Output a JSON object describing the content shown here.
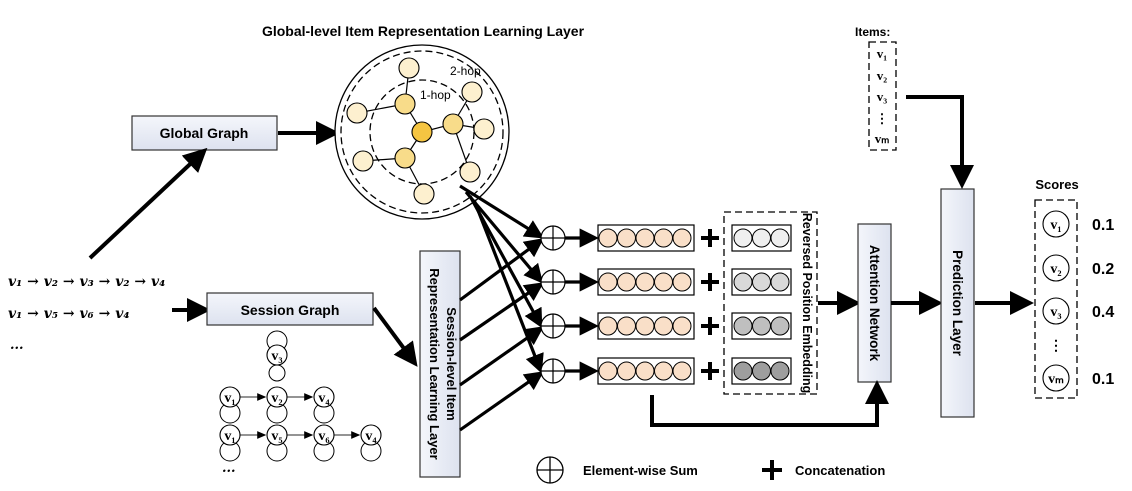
{
  "title": "Global-level Item Representation Learning Layer",
  "global_graph": {
    "label": "Global Graph",
    "hop_labels": [
      "2-hop",
      "1-hop"
    ],
    "colors": {
      "center": "#f5c542",
      "hop1": "#f8dc8a",
      "hop2": "#fdf0cf"
    }
  },
  "sessions": {
    "lines": [
      "v₁ → v₂ → v₃ → v₂ → v₄",
      "v₁ → v₅ → v₆ → v₄",
      "..."
    ]
  },
  "session_graph": {
    "label": "Session Graph",
    "row1": [
      "v₁",
      "v₂",
      "v₄"
    ],
    "top_node": "v₃",
    "row2": [
      "v₁",
      "v₅",
      "v₆",
      "v₄"
    ],
    "ellipsis": "..."
  },
  "session_layer": {
    "line1": "Session-level Item",
    "line2": "Representation  Learning Layer"
  },
  "embeddings": {
    "item_color": "#f9dfc8",
    "position_colors": [
      "#efefef",
      "#d9d9d9",
      "#bfbfbf",
      "#9e9e9e"
    ],
    "position_label": "Reversed Position Embedding"
  },
  "attention": {
    "label": "Attention Network"
  },
  "prediction": {
    "label": "Prediction Layer"
  },
  "items": {
    "label": "Items:",
    "list": [
      "v₁",
      "v₂",
      "v₃",
      "⋮",
      "vₘ"
    ]
  },
  "scores": {
    "label": "Scores",
    "entries": [
      {
        "item": "v₁",
        "score": "0.1"
      },
      {
        "item": "v₂",
        "score": "0.2"
      },
      {
        "item": "v₃",
        "score": "0.4"
      },
      {
        "item": "⋮",
        "score": ""
      },
      {
        "item": "vₘ",
        "score": "0.1"
      }
    ]
  },
  "legend": {
    "sum": "Element-wise Sum",
    "concat": "Concatenation"
  }
}
